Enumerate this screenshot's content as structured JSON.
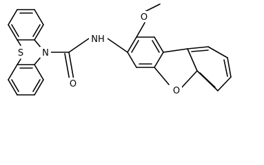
{
  "structure": {
    "atoms": {
      "methoxy_oxygen": "O",
      "methyl": "",
      "amide_nitrogen": "NH",
      "carbonyl_oxygen": "O",
      "ring_sulfur": "S",
      "ring_nitrogen": "N",
      "furan_oxygen": "O"
    }
  },
  "colors": {
    "bond": "#000000",
    "background": "#ffffff"
  }
}
